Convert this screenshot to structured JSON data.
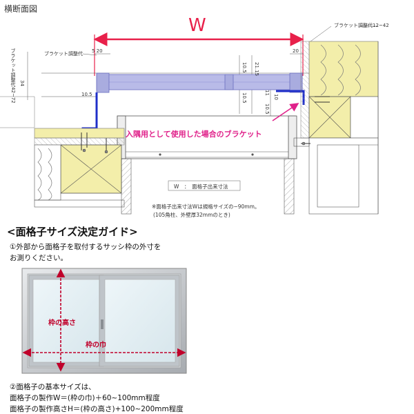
{
  "section_title": "横断面図",
  "dimension_w": "W",
  "bracket_adjust_right": "ブラケット調整代12~42",
  "bracket_adjust_left": "ブラケット調整代",
  "bracket_adjust_vertical": "ブラケット調整代42~72",
  "dim_5_20": "5 20",
  "dim_20": "20",
  "dim_34": "34",
  "dim_10_5_a": "10.5",
  "dim_21_15": "21.15",
  "dim_10_5_b": "10.5",
  "dim_10_5_c": "10.5",
  "dim_11": "11",
  "dim_10_5_left": "10.5",
  "dim_10": "10",
  "corner_bracket_label": "入隅用として使用した場合のブラケット",
  "legend_w": "W　：　面格子出来寸法",
  "note_line1": "※面格子出来寸法Wは規格サイズの−90mm。",
  "note_line2": "(105角柱、外壁厚32mmのとき)",
  "guide_heading": "<面格子サイズ決定ガイド>",
  "guide_step1_line1": "①外部から面格子を取付するサッシ枠の外寸を",
  "guide_step1_line2": "お測りください。",
  "frame_height_label": "枠の高さ",
  "frame_width_label": "枠の巾",
  "guide_step2_line1": "②面格子の基本サイズは、",
  "guide_step2_line2": "面格子の製作W＝(枠の巾)＋60~100mm程度",
  "guide_step2_line3": "面格子の製作高さH＝(枠の高さ)+100~200mm程度",
  "colors": {
    "dimension_red": "#e8204a",
    "bracket_blue": "#1f2fc9",
    "grille_lavender": "#b9bbe8",
    "insulation_yellow": "#f3eeaa",
    "callout_pink": "#e0218a"
  }
}
